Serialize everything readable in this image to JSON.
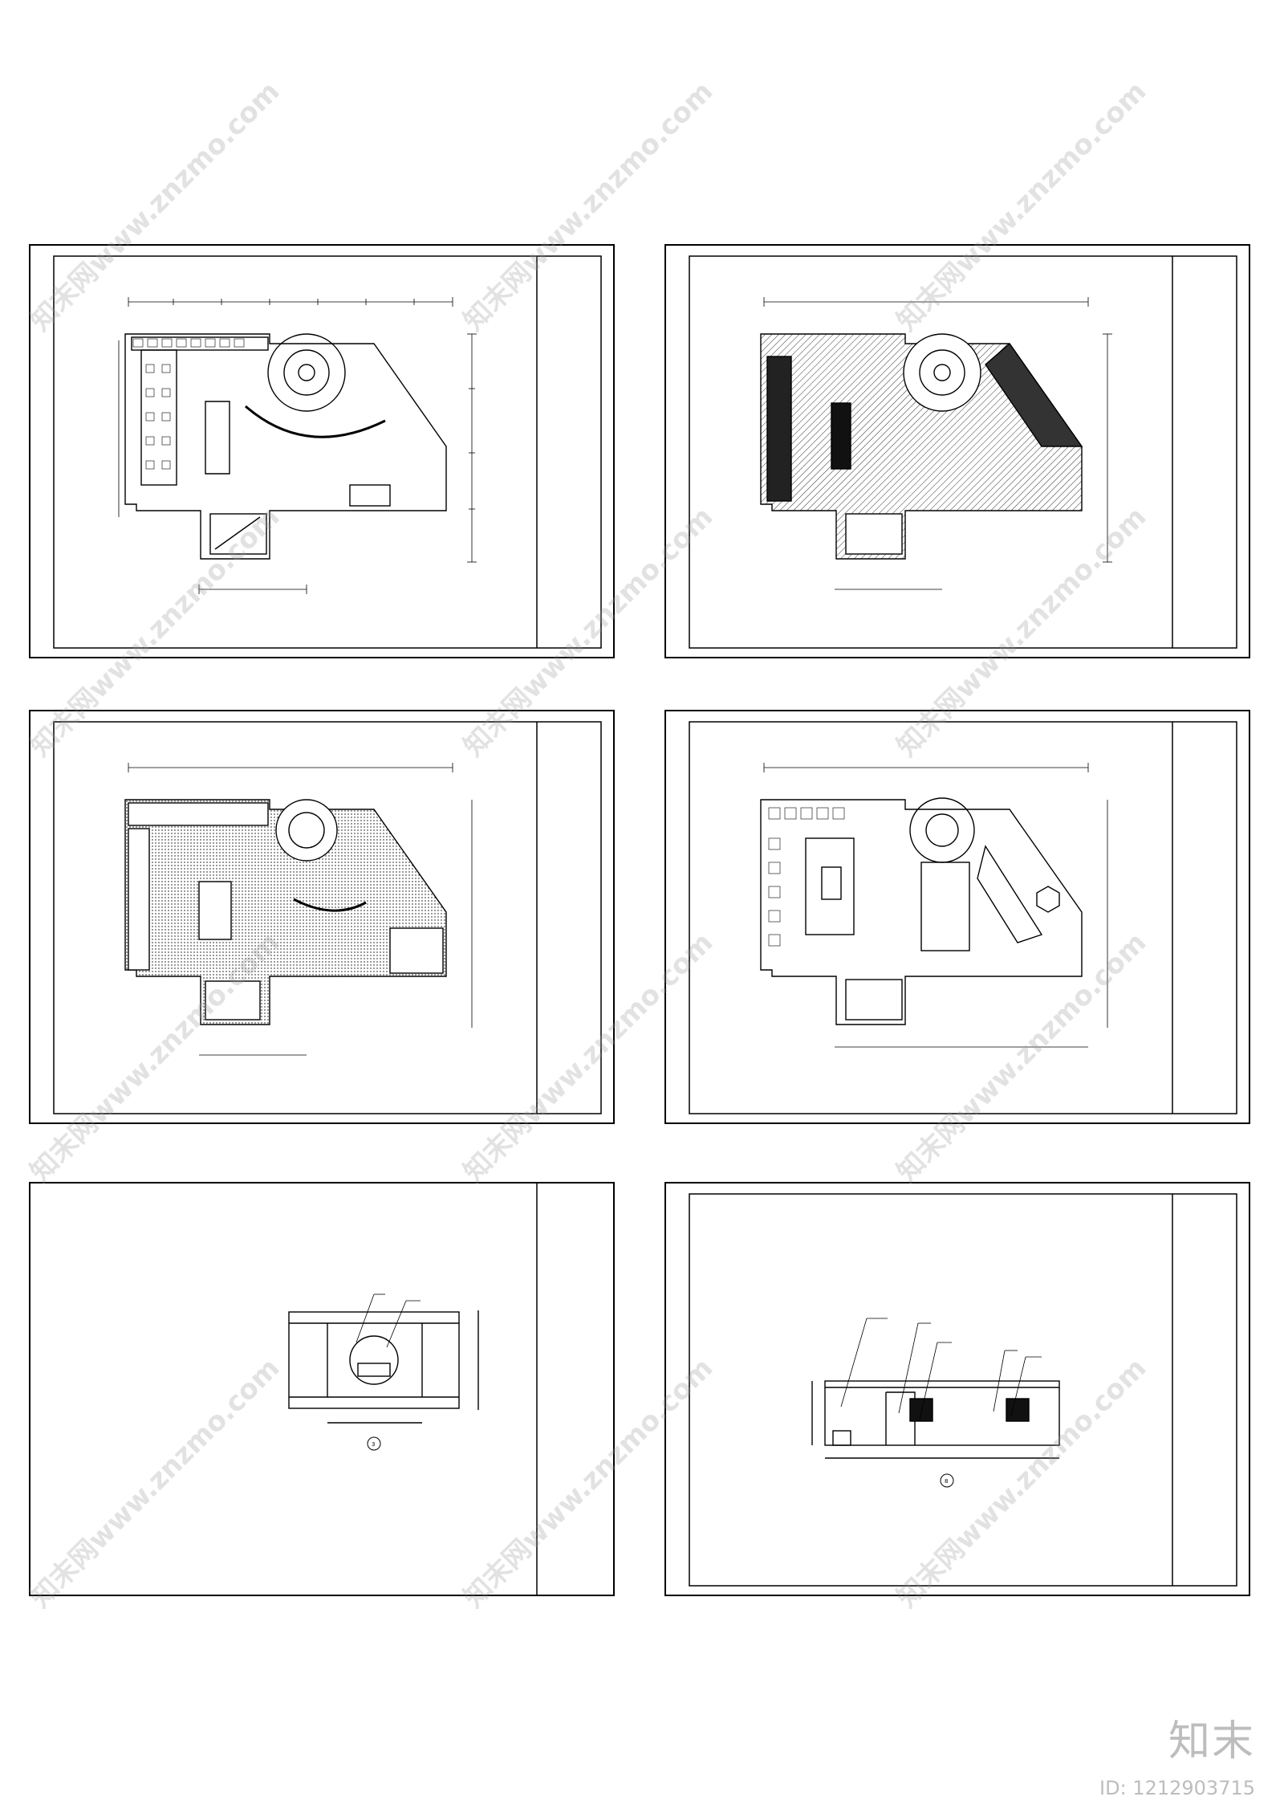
{
  "sheets": [
    {
      "id": "s1",
      "caption": "",
      "label": ""
    },
    {
      "id": "s2",
      "caption": "",
      "label": ""
    },
    {
      "id": "s3",
      "caption": "",
      "label": ""
    },
    {
      "id": "s4",
      "caption": "",
      "label": ""
    },
    {
      "id": "s5",
      "caption": "",
      "label": "3"
    },
    {
      "id": "s6",
      "caption": "",
      "label": "8"
    }
  ],
  "watermark": {
    "text": "知末网www.znzmo.com"
  },
  "brand": {
    "name": "知末",
    "id_text": "ID: 1212903715"
  },
  "colors": {
    "line": "#000000",
    "background": "#ffffff",
    "watermark": "#969696"
  }
}
